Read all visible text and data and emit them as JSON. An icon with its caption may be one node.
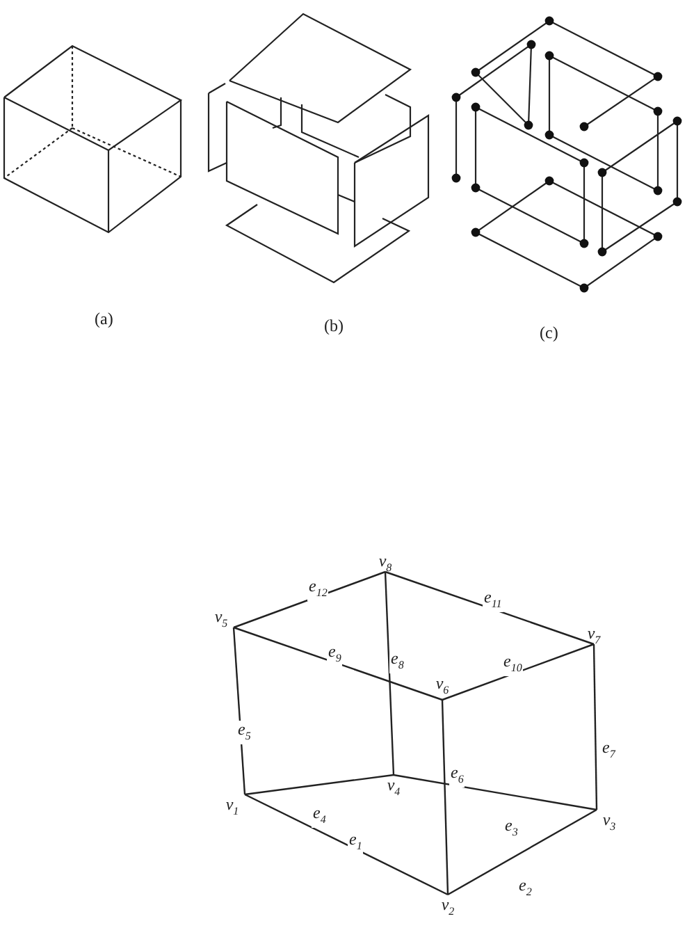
{
  "diagram": {
    "nodes": [
      {
        "text": [
          "v$_{1}$"
        ]
      },
      {
        "text": [
          "v$_{2}$"
        ]
      },
      {
        "text": [
          "v$_{3}$"
        ]
      },
      {
        "text": [
          "v$_{4}$"
        ]
      },
      {
        "text": [
          "v$_{5}$"
        ]
      },
      {
        "text": [
          "v$_{6}$"
        ]
      },
      {
        "text": [
          "v$_{7}$"
        ]
      },
      {
        "text": [
          "v$_{8}$"
        ]
      }
    ],
    "edges": [
      {
        "from": 0,
        "to": 1,
        "arrow": "none",
        "label": "e$_{1}$"
      },
      {
        "from": 1,
        "to": 2,
        "arrow": "none",
        "label": "e$_{2}$"
      },
      {
        "from": 2,
        "to": 3,
        "arrow": "none",
        "label": "e$_{3}$"
      },
      {
        "from": 3,
        "to": 0,
        "arrow": "none",
        "label": "e$_{4}$"
      },
      {
        "from": 0,
        "to": 4,
        "arrow": "none",
        "label": "e$_{5}$"
      },
      {
        "from": 1,
        "to": 5,
        "arrow": "none",
        "label": "e$_{6}$"
      },
      {
        "from": 2,
        "to": 6,
        "arrow": "none",
        "label": "e$_{7}$"
      },
      {
        "from": 3,
        "to": 7,
        "arrow": "none",
        "label": "e$_{8}$"
      },
      {
        "from": 4,
        "to": 5,
        "arrow": "none",
        "label": "e$_{9}$"
      },
      {
        "from": 5,
        "to": 6,
        "arrow": "none",
        "label": "e$_{10}$"
      },
      {
        "from": 6,
        "to": 7,
        "arrow": "none",
        "label": "e$_{11}$"
      },
      {
        "from": 7,
        "to": 4,
        "arrow": "none",
        "label": "e$_{12}$"
      }
    ],
    "labels": [
      "(a)",
      "(b)",
      "(c)"
    ]
  }
}
